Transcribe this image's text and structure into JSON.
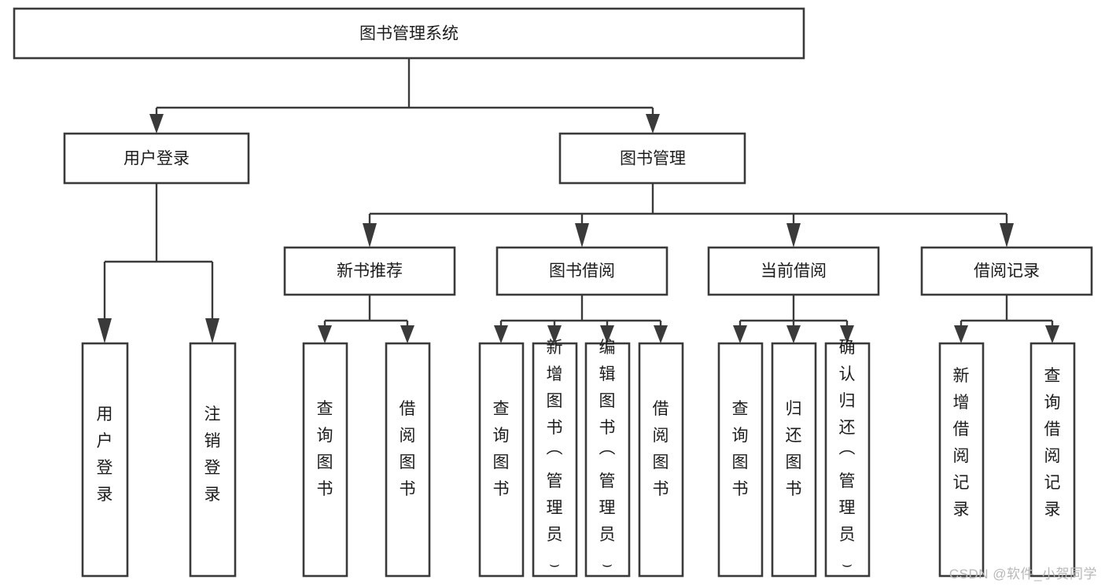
{
  "diagram": {
    "type": "tree",
    "title": "图书管理系统",
    "orientation": "top-down",
    "root": {
      "id": "root",
      "label": "图书管理系统",
      "level": 0
    },
    "level2": [
      {
        "id": "user-login",
        "label": "用户登录"
      },
      {
        "id": "book-manage",
        "label": "图书管理"
      }
    ],
    "level3": [
      {
        "id": "new-book-recommend",
        "label": "新书推荐",
        "parent": "book-manage"
      },
      {
        "id": "book-borrow",
        "label": "图书借阅",
        "parent": "book-manage"
      },
      {
        "id": "current-borrow",
        "label": "当前借阅",
        "parent": "book-manage"
      },
      {
        "id": "borrow-record",
        "label": "借阅记录",
        "parent": "book-manage"
      }
    ],
    "leaves": [
      {
        "id": "leaf-user-login",
        "label": "用户登录",
        "parent": "user-login"
      },
      {
        "id": "leaf-user-logout",
        "label": "注销登录",
        "parent": "user-login"
      },
      {
        "id": "leaf-query-book-1",
        "label": "查询图书",
        "parent": "new-book-recommend"
      },
      {
        "id": "leaf-borrow-book-1",
        "label": "借阅图书",
        "parent": "new-book-recommend"
      },
      {
        "id": "leaf-query-book-2",
        "label": "查询图书",
        "parent": "book-borrow"
      },
      {
        "id": "leaf-add-book",
        "label": "新增图书（管理员）",
        "parent": "book-borrow"
      },
      {
        "id": "leaf-edit-book",
        "label": "编辑图书（管理员）",
        "parent": "book-borrow"
      },
      {
        "id": "leaf-borrow-book-2",
        "label": "借阅图书",
        "parent": "book-borrow"
      },
      {
        "id": "leaf-query-book-3",
        "label": "查询图书",
        "parent": "current-borrow"
      },
      {
        "id": "leaf-return-book",
        "label": "归还图书",
        "parent": "current-borrow"
      },
      {
        "id": "leaf-confirm-return",
        "label": "确认归还（管理员）",
        "parent": "current-borrow"
      },
      {
        "id": "leaf-add-record",
        "label": "新增借阅记录",
        "parent": "borrow-record"
      },
      {
        "id": "leaf-query-record",
        "label": "查询借阅记录",
        "parent": "borrow-record"
      }
    ],
    "colors": {
      "box_stroke": "#3a3a3a",
      "box_fill": "#ffffff",
      "connector": "#3a3a3a",
      "text": "#1c1c1c",
      "background": "#ffffff",
      "watermark": "#b8b8b8"
    }
  },
  "watermark": {
    "text": "CSDN @软件_小贺同学"
  }
}
